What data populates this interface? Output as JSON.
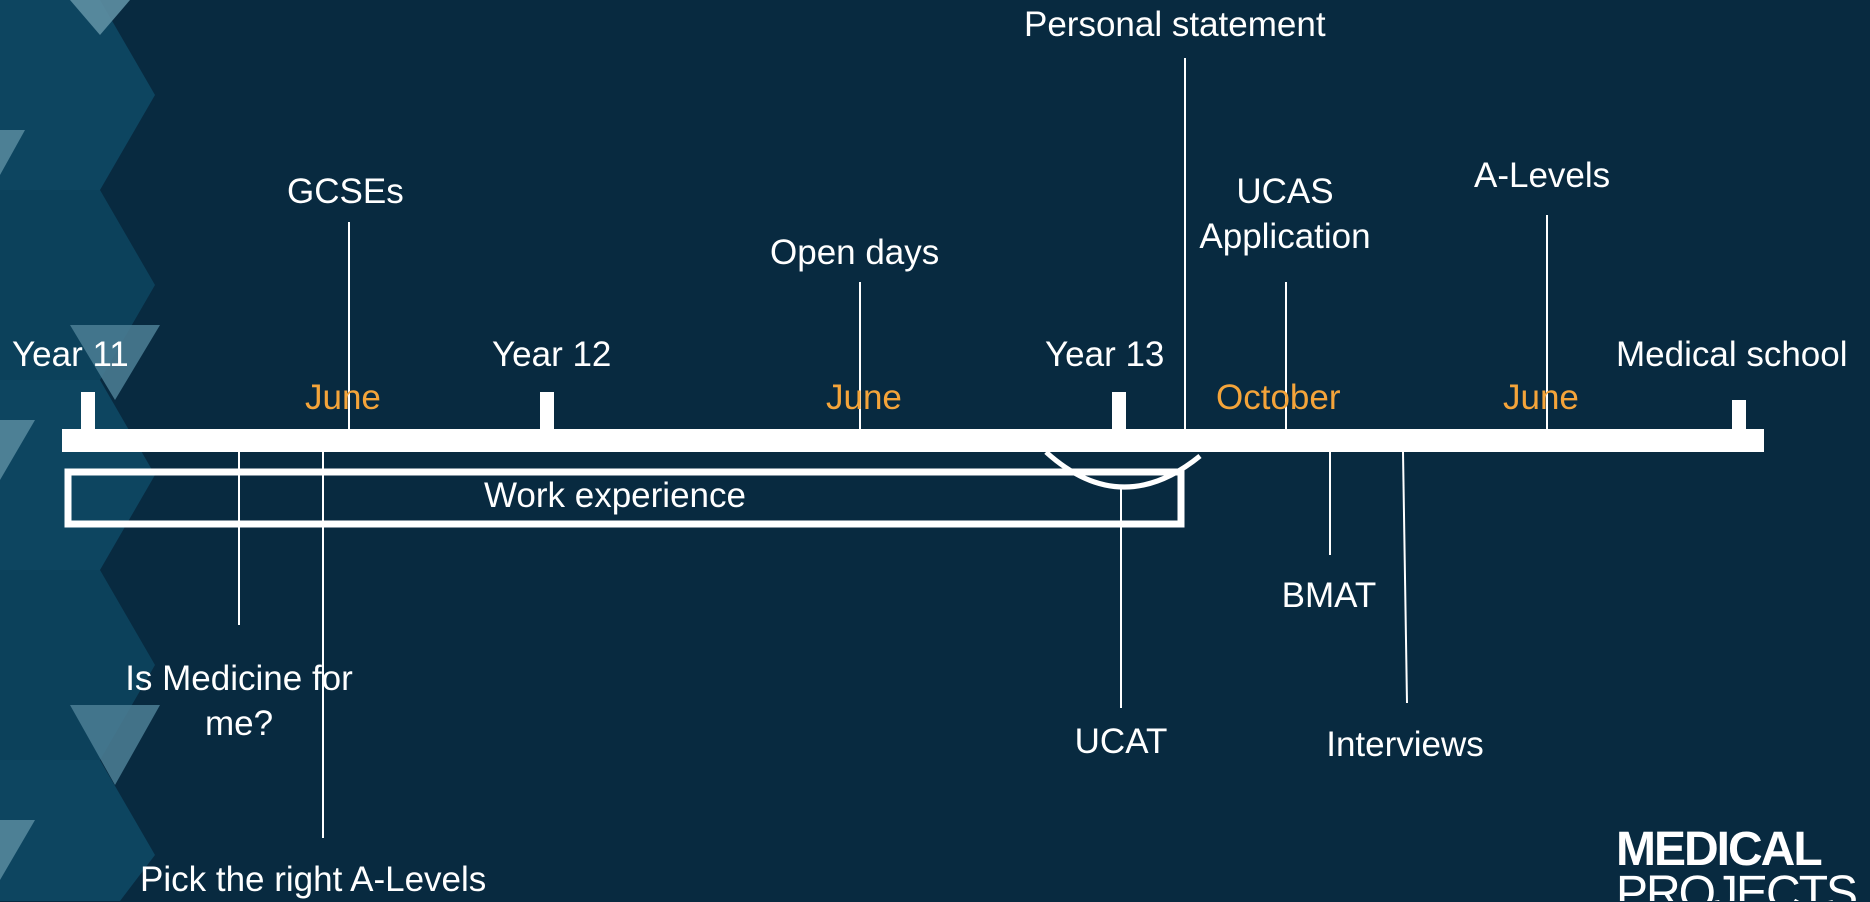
{
  "colors": {
    "background": "#082a40",
    "line": "#ffffff",
    "month": "#f4a43a",
    "pattern_dark": "#0e4a66",
    "pattern_light": "#5e8fa3"
  },
  "years": [
    "Year 11",
    "Year 12",
    "Year 13",
    "Medical school"
  ],
  "months": [
    "June",
    "June",
    "October",
    "June"
  ],
  "events_above": {
    "gcses": "GCSEs",
    "open_days": "Open days",
    "personal_statement": "Personal statement",
    "ucas_line1": "UCAS",
    "ucas_line2": "Application",
    "a_levels": "A-Levels"
  },
  "events_below": {
    "work_experience": "Work experience",
    "is_medicine_line1": "Is Medicine for",
    "is_medicine_line2": "me?",
    "pick_a_levels": "Pick the right A-Levels",
    "ucat": "UCAT",
    "bmat": "BMAT",
    "interviews": "Interviews"
  },
  "logo": {
    "line1": "MEDICAL",
    "line2": "PROJECTS"
  }
}
